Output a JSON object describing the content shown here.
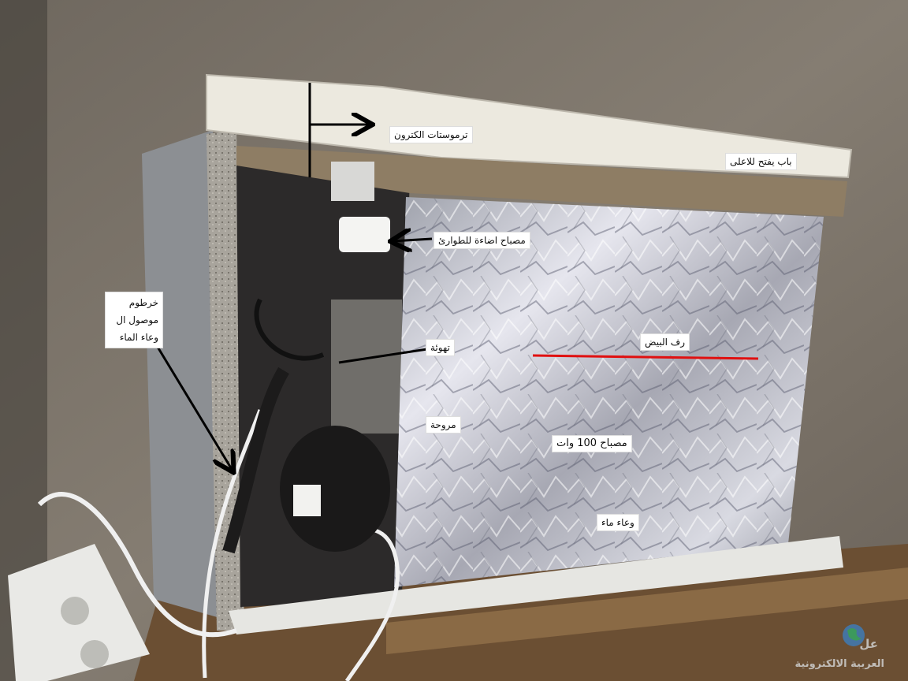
{
  "labels": {
    "thermostat": "ترموستات الكترون",
    "door": "باب يفتح للاعلى",
    "emergency_lamp": "مصباح اضاءة للطوارئ",
    "hose": "خرطوم موصول ال وعاء الماء",
    "ventilation": "تهوئة",
    "egg_shelf": "رف البيض",
    "fan": "مروحة",
    "lamp_100w": "مصباح 100 وات",
    "water_container": "وعاء ماء"
  },
  "watermark": {
    "text": "العربية الالكترونية",
    "logo_glyph": "عل"
  },
  "colors": {
    "wall": "#7a736a",
    "foil": "#c9c9cf",
    "annotation_arrow": "#000000",
    "shelf_line": "#e01010",
    "lid": "#ece9df"
  }
}
